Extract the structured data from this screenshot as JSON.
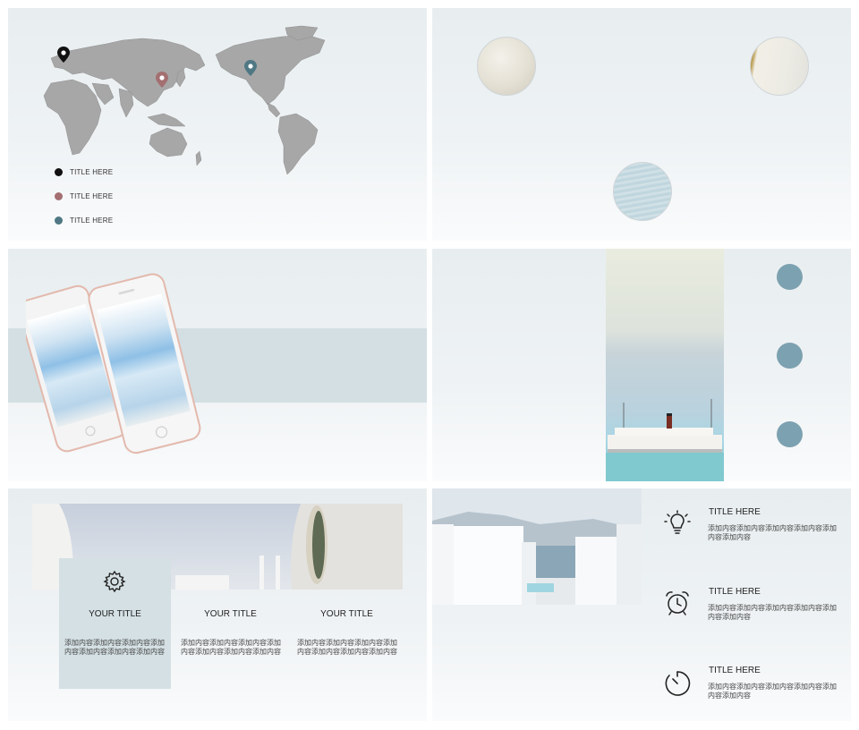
{
  "slide1": {
    "legend": [
      {
        "label": "TITLE HERE",
        "color": "#111111"
      },
      {
        "label": "TITLE HERE",
        "color": "#a36f70"
      },
      {
        "label": "TITLE HERE",
        "color": "#4f7884"
      }
    ]
  },
  "slide5": {
    "icon": "gear-icon",
    "cards": [
      {
        "title": "YOUR TITLE",
        "body": "添加内容添加内容添加内容添加内容添加内容添加内容添加内容"
      },
      {
        "title": "YOUR TITLE",
        "body": "添加内容添加内容添加内容添加内容添加内容添加内容添加内容"
      },
      {
        "title": "YOUR TITLE",
        "body": "添加内容添加内容添加内容添加内容添加内容添加内容添加内容"
      }
    ]
  },
  "slide6": {
    "features": [
      {
        "icon": "lightbulb-icon",
        "title": "TITLE HERE",
        "body": "添加内容添加内容添加内容添加内容添加内容添加内容"
      },
      {
        "icon": "alarm-clock-icon",
        "title": "TITLE HERE",
        "body": "添加内容添加内容添加内容添加内容添加内容添加内容"
      },
      {
        "icon": "timer-icon",
        "title": "TITLE HERE",
        "body": "添加内容添加内容添加内容添加内容添加内容添加内容"
      }
    ]
  },
  "colors": {
    "accent_teal": "#7ca1b0",
    "band": "#d3dfe3",
    "card": "#d4e0e4"
  }
}
